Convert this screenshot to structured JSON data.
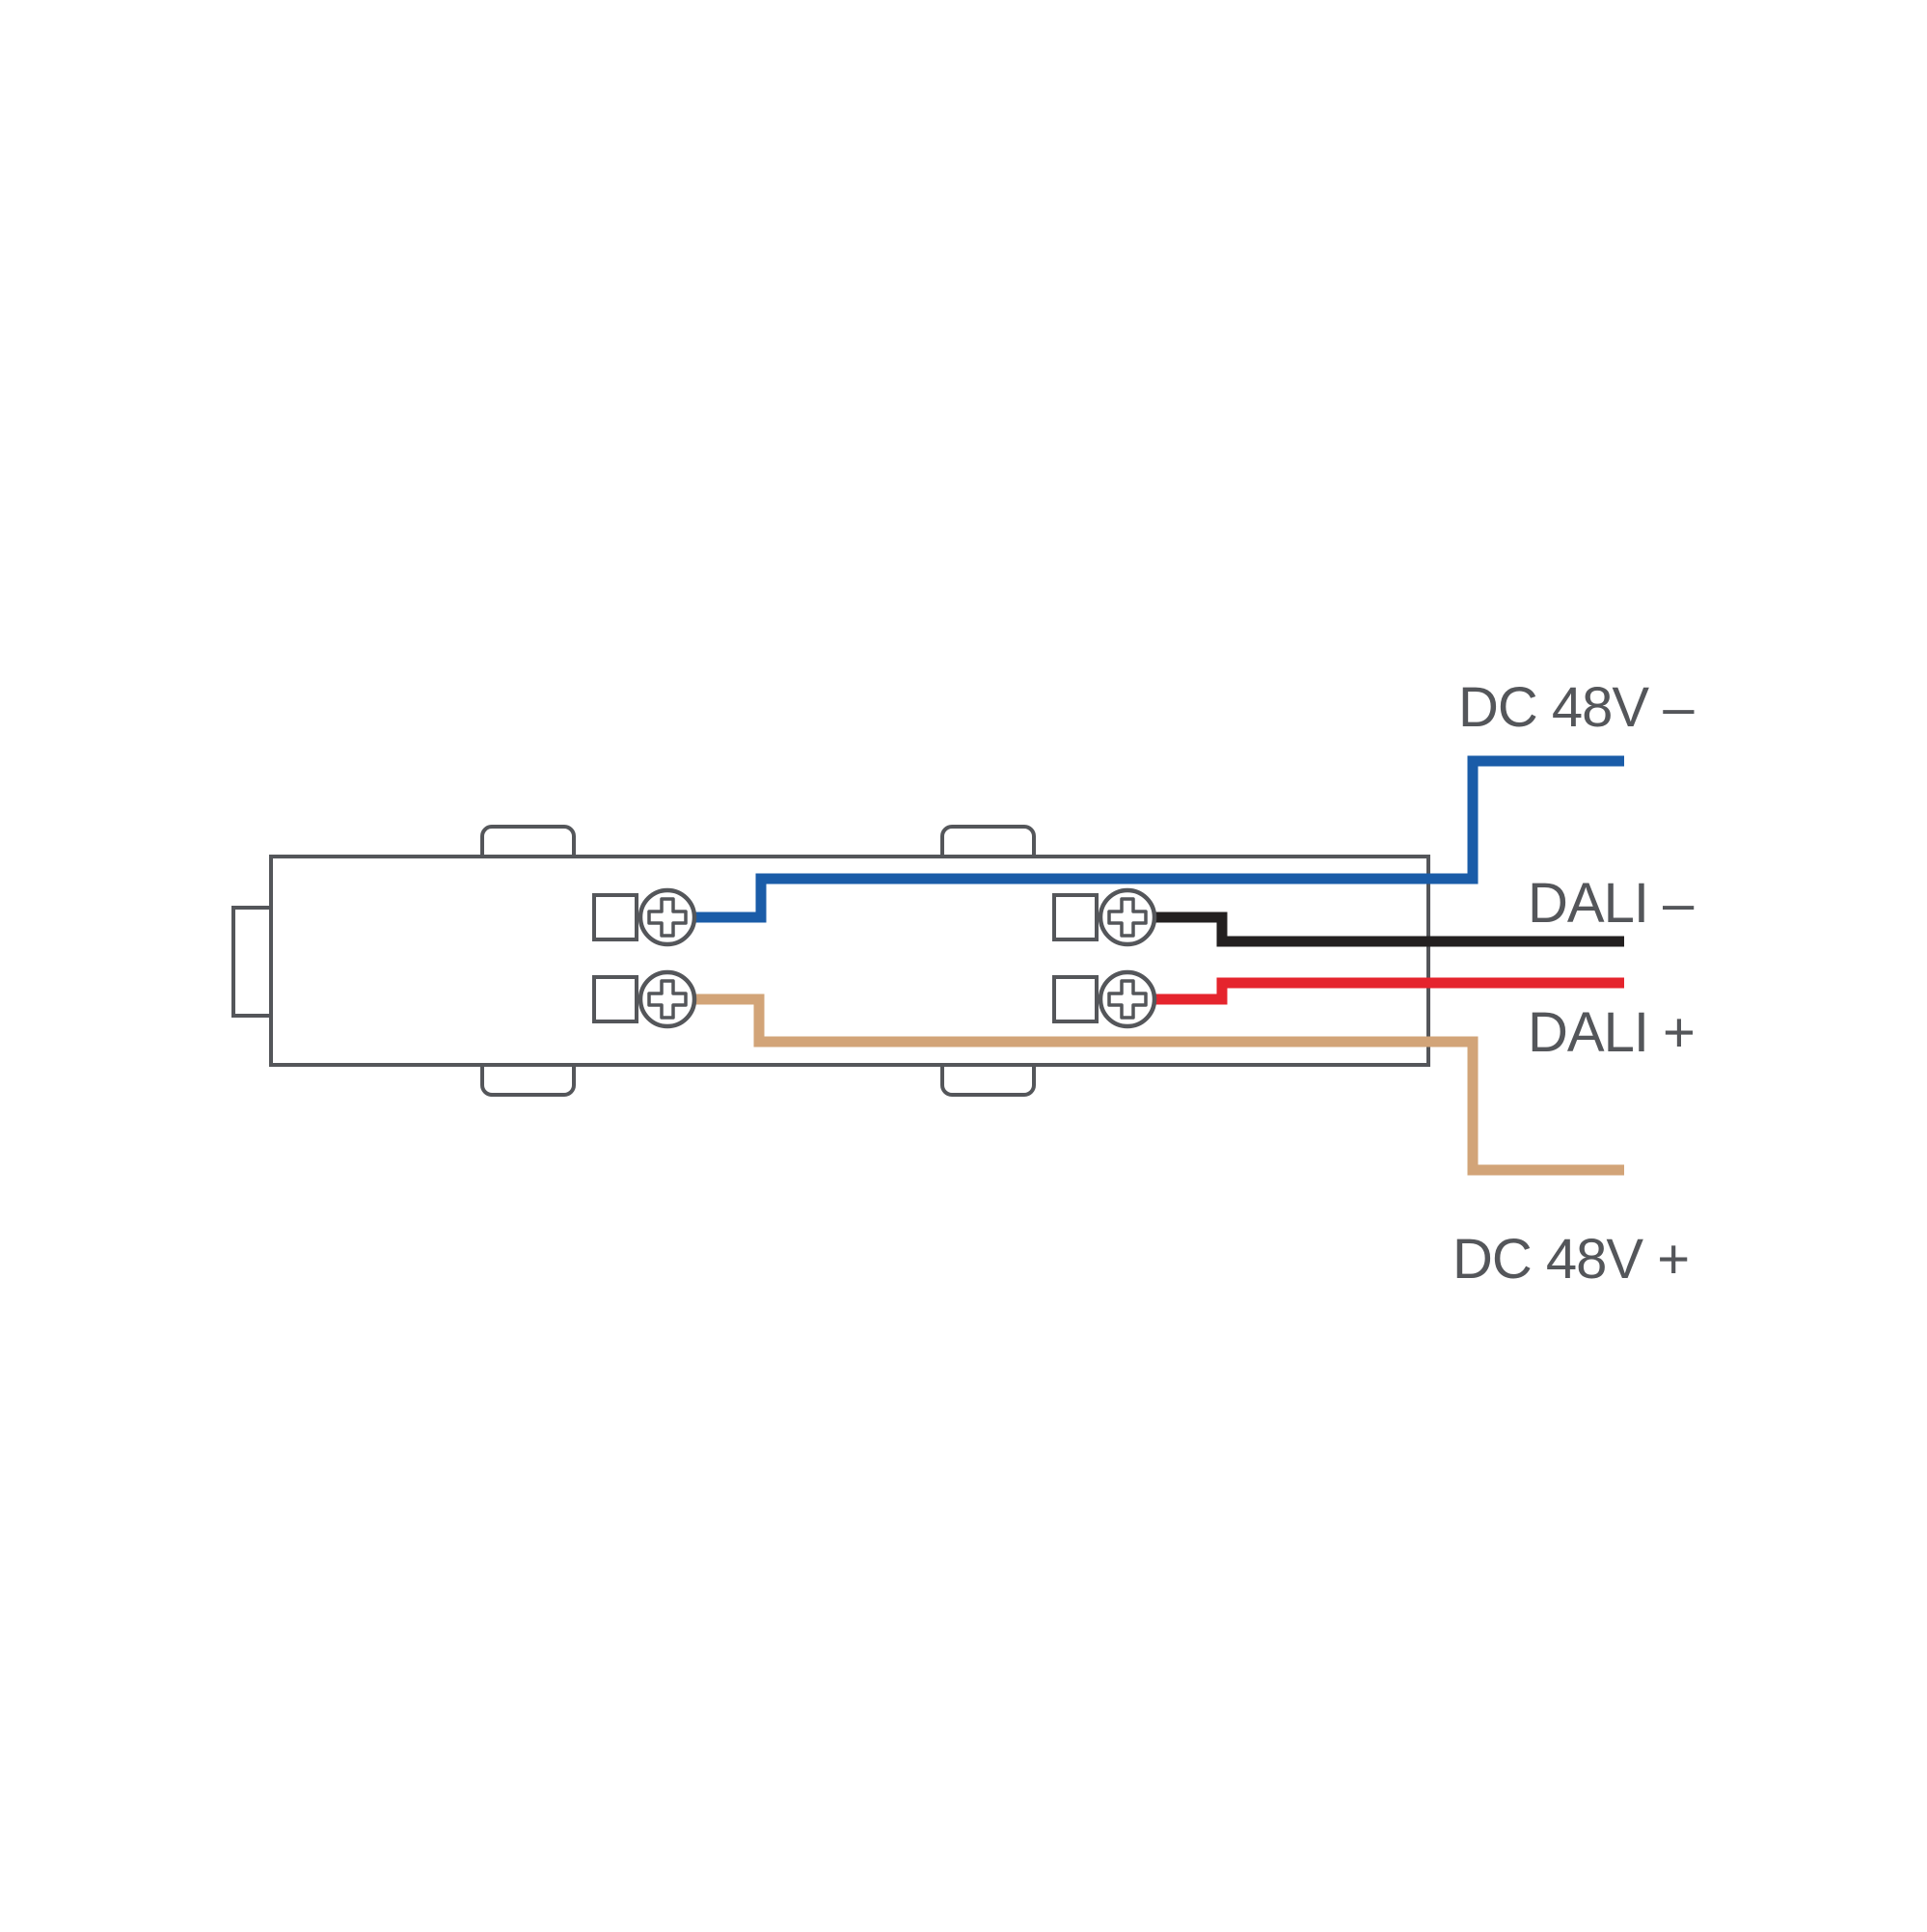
{
  "diagram": {
    "labels": {
      "dc48v_neg": "DC 48V –",
      "dali_neg": "DALI –",
      "dali_pos": "DALI +",
      "dc48v_pos": "DC 48V +"
    },
    "colors": {
      "outline": "#54565A",
      "text": "#54565A",
      "surface": "#FFFFFF",
      "wire_dc_neg": "#1A5CA8",
      "wire_dali_neg": "#232020",
      "wire_dali_pos": "#E5242D",
      "wire_dc_pos": "#D2A478"
    }
  }
}
